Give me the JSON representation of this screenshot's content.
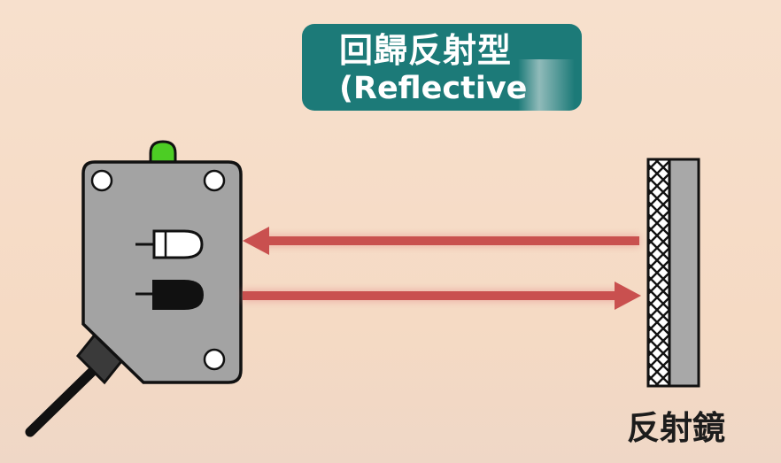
{
  "title": {
    "line1": "回歸反射型",
    "line2": "(Reflective"
  },
  "mirror_label": "反射鏡",
  "colors": {
    "background": "#f6ddc8",
    "title_badge": "#1c7a78",
    "title_text": "#ffffff",
    "sensor_body": "#a3a3a3",
    "outline": "#111111",
    "indicator_led": "#4ccd24",
    "beam": "#c9504f",
    "mirror_face": "#a8a8a8"
  },
  "diagram": {
    "sensor": {
      "indicator": "green-led-icon",
      "receiver": "receiver-lens-icon (white)",
      "emitter": "emitter-lens-icon (black)"
    },
    "beams": [
      {
        "direction": "mirror-to-sensor",
        "icon": "arrow-left-icon"
      },
      {
        "direction": "sensor-to-mirror",
        "icon": "arrow-right-icon"
      }
    ],
    "reflector": "retro-reflector-icon"
  }
}
